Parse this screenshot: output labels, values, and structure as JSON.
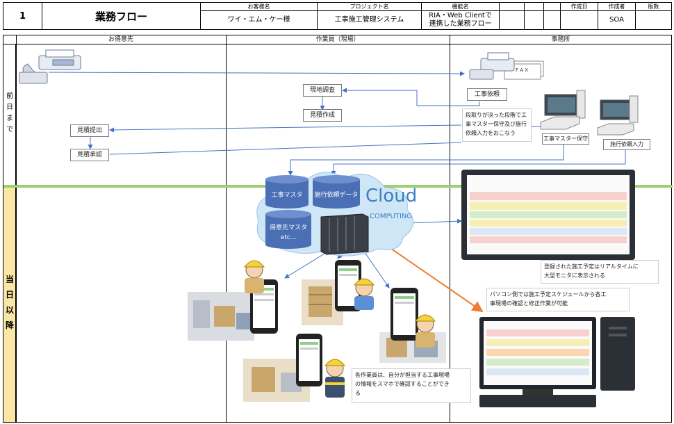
{
  "header": {
    "no": "1",
    "title": "業務フロー",
    "customer_label": "お客様名",
    "customer": "ワイ・エム・ケー様",
    "project_label": "プロジェクト名",
    "project": "工事施工管理システム",
    "function_label": "機能名",
    "function_line1": "RIA・Web Clientで",
    "function_line2": "連携した業務フロー",
    "created_date_label": "作成日",
    "created_date": "",
    "author_label": "作成者",
    "author": "SOA",
    "version_label": "版数",
    "version": ""
  },
  "lanes": {
    "customer": "お得意先",
    "worker": "作業員（現場）",
    "office": "事務所"
  },
  "phases": {
    "before_chars": [
      "前",
      "日",
      "ま",
      "で"
    ],
    "after_chars": [
      "当",
      "日",
      "以",
      "降"
    ]
  },
  "boxes": {
    "survey": "現地調査",
    "estimate": "見積作成",
    "submit": "見積提出",
    "approve": "見積承認",
    "order": "工事依頼",
    "master_maint": "工事マスター保守",
    "request_input": "施行依頼入力"
  },
  "fax_label": "F A X",
  "notes": {
    "office_process": [
      "段取りが決った段階で工",
      "事マスター保守及び施行",
      "依頼入力をおこなう"
    ],
    "big_monitor": [
      "登録された施工予定はリアルタイムに",
      "大型モニタに表示される"
    ],
    "pc_check": [
      "パソコン側では施工予定スケジュールから各工",
      "事現場の確認と修正作業が可能"
    ],
    "worker_phone": [
      "各作業員は、自分が担当する工事現場",
      "の情報をスマホで確認することができ",
      "る"
    ]
  },
  "cloud": {
    "word": "Cloud",
    "sub": "COMPUTING",
    "db1": "工事マスタ",
    "db2": "施行依頼データ",
    "db3_line1": "得意先マスタ",
    "db3_line2": "etc..."
  },
  "colors": {
    "arrow_blue": "#4472c4",
    "arrow_orange": "#ed7d31",
    "cylinder": "#4a6fb5",
    "phase_after": "#fbe7a5",
    "divider_green": "#9ccf70"
  }
}
